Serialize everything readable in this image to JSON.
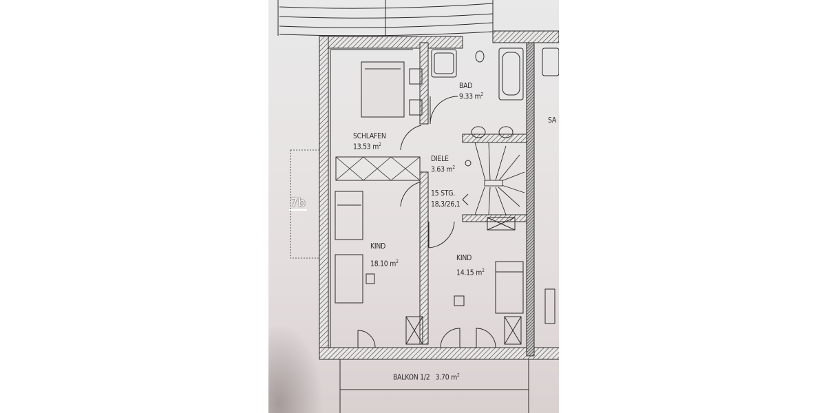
{
  "plan": {
    "annotation_tag": "7b",
    "rooms": [
      {
        "name": "SCHLAFEN",
        "area": "13.53",
        "unit": "m",
        "exp": "2"
      },
      {
        "name": "BAD",
        "area": "9.33",
        "unit": "m",
        "exp": "2"
      },
      {
        "name": "DIELE",
        "area": "3.63",
        "unit": "m",
        "exp": "2"
      },
      {
        "name": "KIND",
        "area": "18.10",
        "unit": "m",
        "exp": "2"
      },
      {
        "name": "KIND",
        "area": "14.15",
        "unit": "m",
        "exp": "2"
      },
      {
        "name": "BALKON 1/2",
        "area": "3.70",
        "unit": "m",
        "exp": "2"
      }
    ],
    "stairs": {
      "steps": "15 STG.",
      "ratio": "18,3/26,1"
    },
    "partial_label": "SA"
  },
  "colors": {
    "line": "#2c2a2a",
    "paper": "#e7e3e3",
    "hatch": "#3a3838"
  }
}
